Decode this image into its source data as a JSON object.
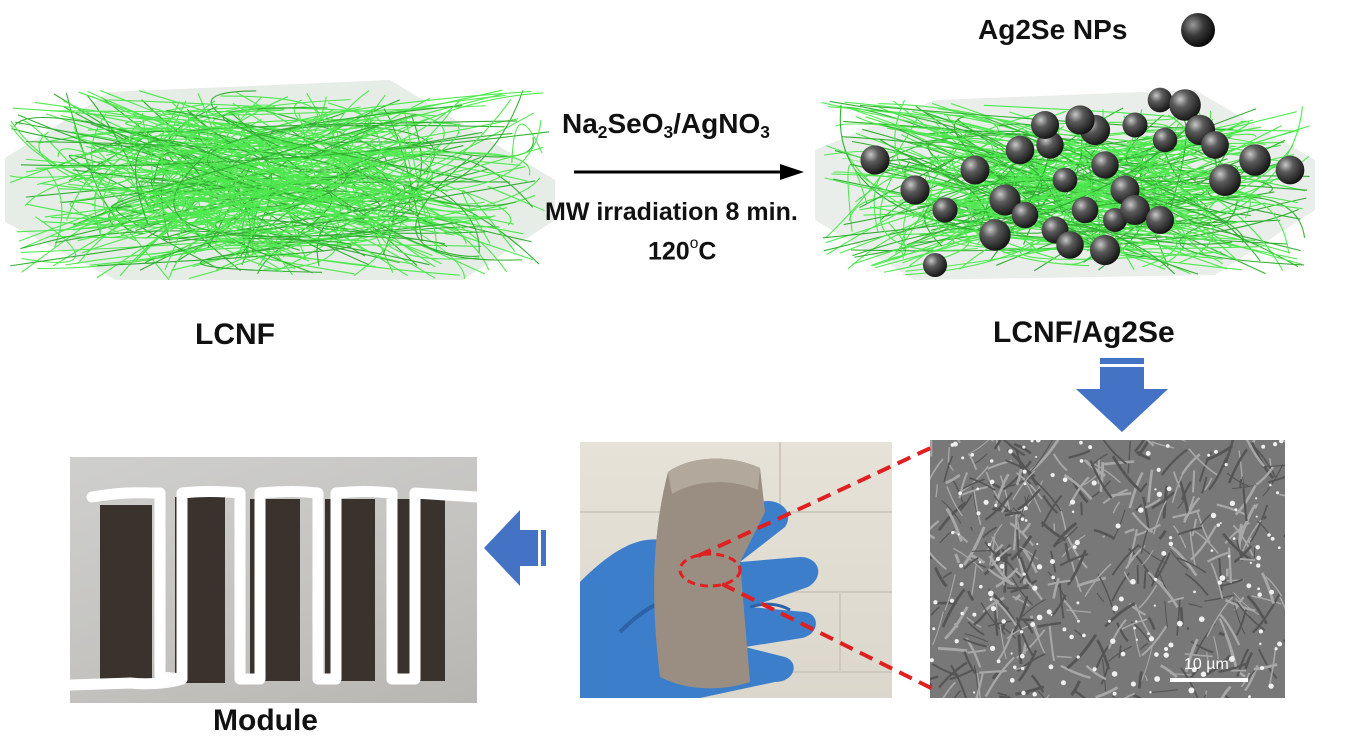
{
  "labels": {
    "ag2se_nps": "Ag2Se NPs",
    "lcnf": "LCNF",
    "lcnf_ag2se": "LCNF/Ag2Se",
    "module": "Module",
    "reaction": {
      "na": "Na",
      "sub2": "2",
      "seo": "SeO",
      "sub3a": "3",
      "agno": "/AgNO",
      "sub3b": "3",
      "mw": "MW irradiation 8 min.",
      "temp_num": "120",
      "temp_deg": "o",
      "temp_unit": "C"
    },
    "scale_bar": "10 µm"
  },
  "colors": {
    "fiber_green": "#3ee83e",
    "fiber_dark": "#1fa81f",
    "arrow_blue": "#4472c4",
    "dashed_red": "#e02020",
    "np_dark": "#2a2a2a"
  },
  "icons": [
    "sphere-icon",
    "reaction-arrow",
    "down-arrow-icon",
    "left-arrow-icon"
  ]
}
